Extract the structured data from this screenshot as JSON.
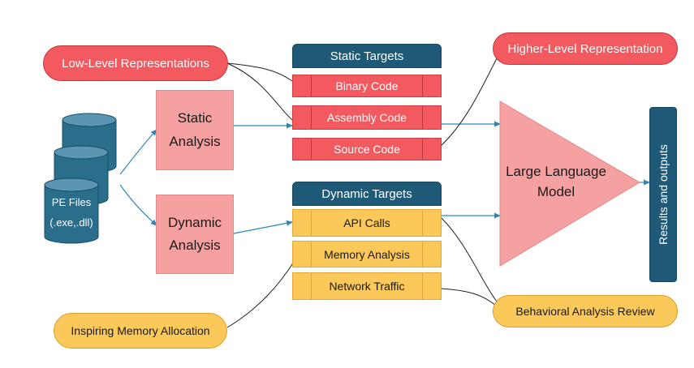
{
  "pe_files": {
    "line1": "PE Files",
    "line2": "(.exe,.dll)"
  },
  "static_analysis": {
    "line1": "Static",
    "line2": "Analysis"
  },
  "dynamic_analysis": {
    "line1": "Dynamic",
    "line2": "Analysis"
  },
  "low_level": "Low-Level Representations",
  "higher_level": "Higher-Level Representation",
  "inspiring_memory": "Inspiring Memory Allocation",
  "behavioral_review": "Behavioral Analysis Review",
  "static_targets": {
    "title": "Static Targets",
    "items": [
      "Binary Code",
      "Assembly Code",
      "Source Code"
    ]
  },
  "dynamic_targets": {
    "title": "Dynamic Targets",
    "items": [
      "API Calls",
      "Memory Analysis",
      "Network Traffic"
    ]
  },
  "llm": {
    "line1": "Large Language",
    "line2": "Model"
  },
  "results": "Results and outputs",
  "colors": {
    "red": "#f25a5f",
    "pink": "#f6a1a1",
    "yellow": "#fbc85a",
    "navy": "#1e5a78",
    "teal_cylinder": "#2a6e8c",
    "arrow": "#2e86b8"
  }
}
